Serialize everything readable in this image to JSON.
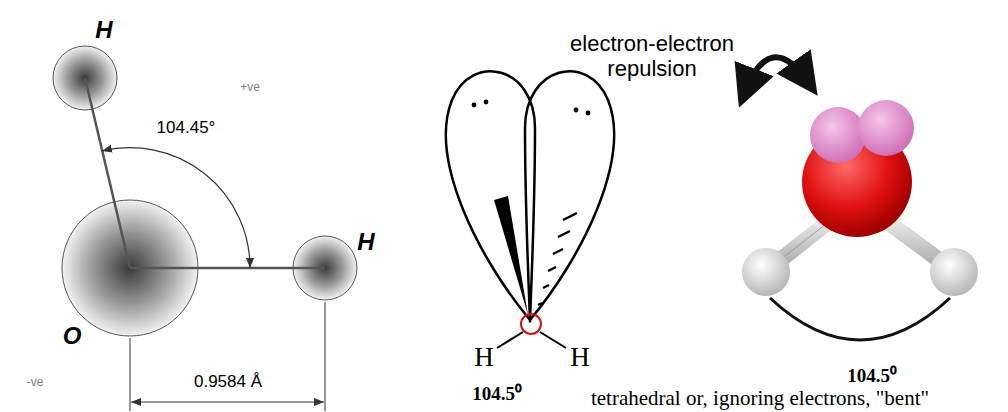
{
  "diagram": {
    "caption": "tetrahedral or, ignoring electrons, \"bent\"",
    "labels": [
      "H",
      "+ve",
      "104.45°",
      "H",
      "O",
      "-ve",
      "0.9584 Å",
      "electron-electron repulsion",
      "H",
      "H",
      "104.5⁰",
      "104.5⁰"
    ]
  }
}
